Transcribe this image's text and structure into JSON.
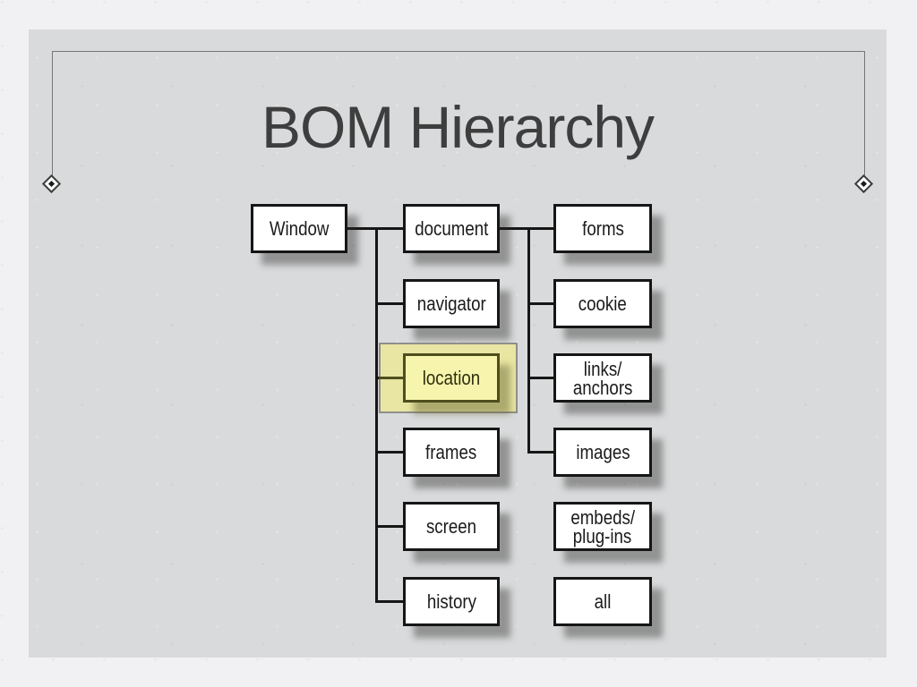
{
  "slide": {
    "title": "BOM Hierarchy"
  },
  "diagram": {
    "window": {
      "label": "Window"
    },
    "window_children": [
      {
        "id": "document",
        "label": "document"
      },
      {
        "id": "navigator",
        "label": "navigator"
      },
      {
        "id": "location",
        "label": "location",
        "highlighted": true
      },
      {
        "id": "frames",
        "label": "frames"
      },
      {
        "id": "screen",
        "label": "screen"
      },
      {
        "id": "history",
        "label": "history"
      }
    ],
    "document_children": [
      {
        "id": "forms",
        "label": "forms"
      },
      {
        "id": "cookie",
        "label": "cookie"
      },
      {
        "id": "links-anchors",
        "lines": [
          "links/",
          "anchors"
        ]
      },
      {
        "id": "images",
        "label": "images"
      }
    ],
    "unconnected_nodes": [
      {
        "id": "embeds-plugins",
        "lines": [
          "embeds/",
          "plug-ins"
        ]
      },
      {
        "id": "all",
        "label": "all"
      }
    ]
  },
  "colors": {
    "page-bg": "#f1f1f3",
    "slide-bg": "#d9dadb",
    "frame-line": "#767679",
    "title-color": "#3e3e3e",
    "node-bg": "#ffffff",
    "node-border": "#161616",
    "node-text": "#1b1b1b",
    "connector": "#161616",
    "highlight-bg": "#e9e5a2",
    "highlight-border": "#8f8f8b",
    "highlight-node-bg": "#f7f4ad",
    "highlight-node-border": "#4e4e1e",
    "highlight-node-text": "#30300e"
  }
}
